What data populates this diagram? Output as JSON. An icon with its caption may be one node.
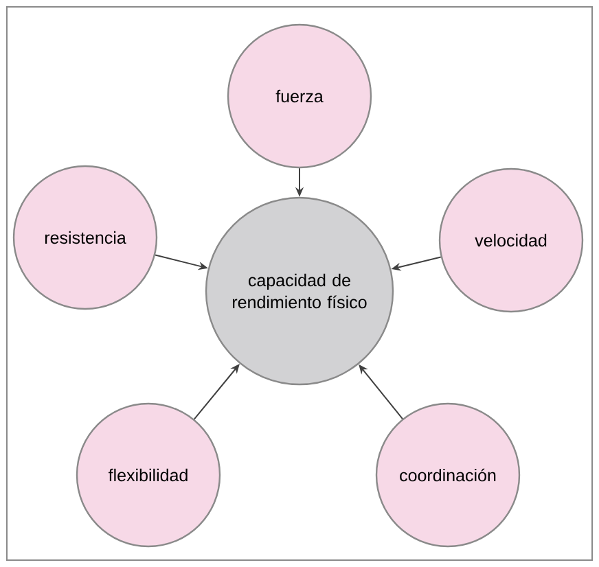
{
  "diagram": {
    "nodes": [
      {
        "text": [
          "capacidad de rendimiento físico"
        ]
      },
      {
        "text": [
          "fuerza"
        ]
      },
      {
        "text": [
          "resistencia"
        ]
      },
      {
        "text": [
          "velocidad"
        ]
      },
      {
        "text": [
          "flexibilidad"
        ]
      },
      {
        "text": [
          "coordinación"
        ]
      }
    ],
    "edges": [
      {
        "from": 1,
        "to": 0,
        "arrow": "to"
      },
      {
        "from": 2,
        "to": 0,
        "arrow": "to"
      },
      {
        "from": 3,
        "to": 0,
        "arrow": "to"
      },
      {
        "from": 4,
        "to": 0,
        "arrow": "to"
      },
      {
        "from": 5,
        "to": 0,
        "arrow": "to"
      }
    ]
  }
}
